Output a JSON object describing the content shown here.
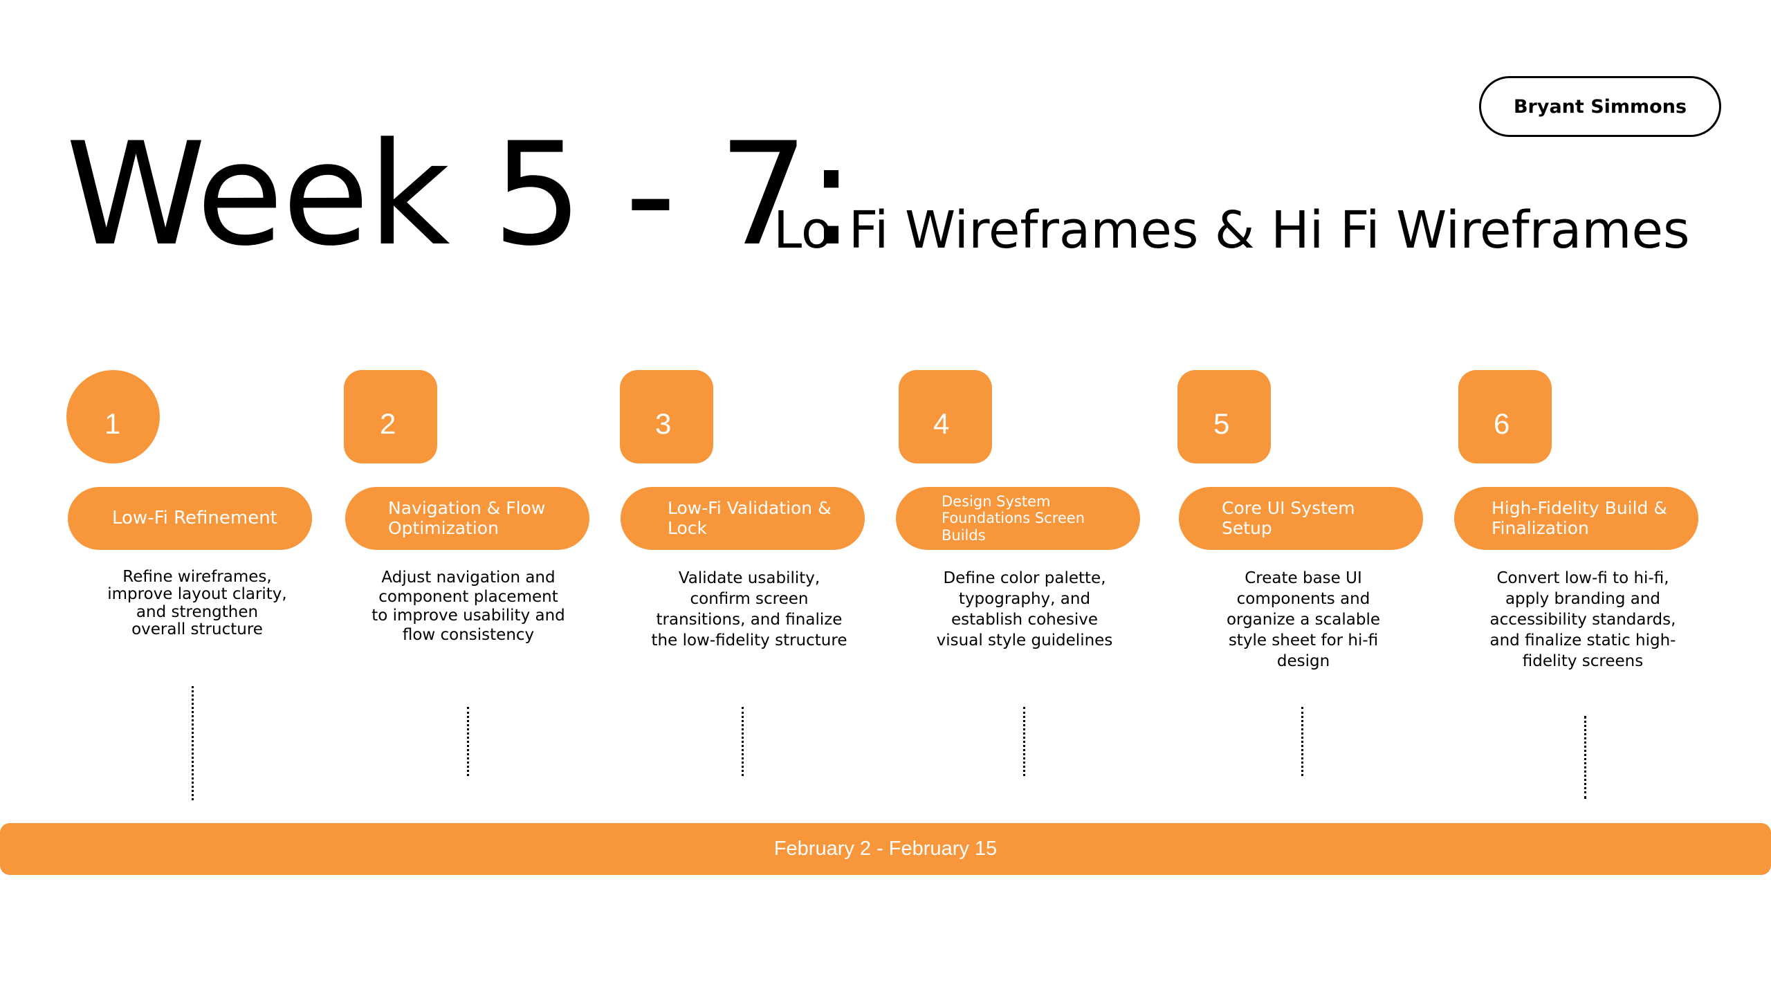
{
  "author": "Bryant Simmons",
  "title": "Week 5 - 7:",
  "subtitle": "Lo Fi Wireframes & Hi Fi Wireframes",
  "accent_color": "#f7963a",
  "steps": [
    {
      "number": "1",
      "label": "Low-Fi Refinement",
      "description": "Refine wireframes, improve layout clarity, and strengthen overall structure"
    },
    {
      "number": "2",
      "label": "Navigation & Flow Optimization",
      "description": "Adjust navigation and component placement to improve usability and flow consistency"
    },
    {
      "number": "3",
      "label": "Low-Fi Validation & Lock",
      "description": "Validate usability, confirm screen transitions, and finalize the low-fidelity structure"
    },
    {
      "number": "4",
      "label": "Design System Foundations Screen Builds",
      "description": "Define color palette, typography, and establish cohesive visual style guidelines"
    },
    {
      "number": "5",
      "label": "Core UI System Setup",
      "description": "Create base UI components and organize a scalable style sheet for hi-fi design"
    },
    {
      "number": "6",
      "label": "High-Fidelity Build & Finalization",
      "description": "Convert low-fi to hi-fi, apply branding and accessibility standards, and finalize static high-fidelity screens"
    }
  ],
  "timeline": "February 2 - February 15"
}
